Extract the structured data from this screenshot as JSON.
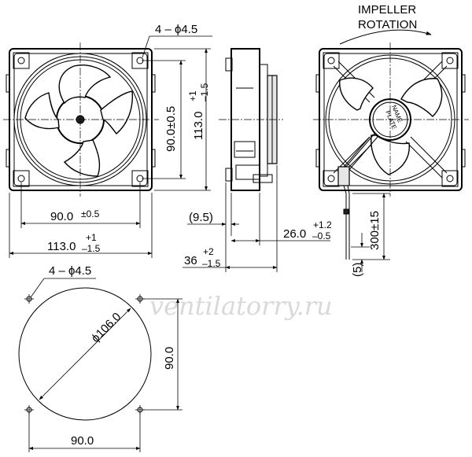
{
  "front_view": {
    "hole_callout": "4 – ϕ4.5",
    "vertical_spacing": "90.0±0.5",
    "vertical_size_main": "113.0",
    "vertical_size_tol_upper": "+1",
    "vertical_size_tol_lower": "–1.5",
    "horizontal_spacing_main": "90.0",
    "horizontal_spacing_tol": "±0.5",
    "horizontal_size_main": "113.0",
    "horizontal_size_tol_upper": "+1",
    "horizontal_size_tol_lower": "–1.5"
  },
  "side_view": {
    "offset_label": "(9.5)",
    "depth_main": "26.0",
    "depth_tol_upper": "+1.2",
    "depth_tol_lower": "–0.5",
    "overall_depth_main": "36",
    "overall_depth_tol_upper": "+2",
    "overall_depth_tol_lower": "–1.5"
  },
  "rear_view": {
    "rotation_line1": "IMPELLER",
    "rotation_line2": "ROTATION",
    "name_plate_line1": "NAME",
    "name_plate_line2": "PLATE",
    "lead_length": "300±15",
    "lead_offset": "(5)"
  },
  "mounting_view": {
    "hole_callout": "4 – ϕ4.5",
    "diameter": "ϕ106.0",
    "vertical_spacing": "90.0",
    "horizontal_spacing": "90.0"
  },
  "watermark": "ventilatorry.ru"
}
